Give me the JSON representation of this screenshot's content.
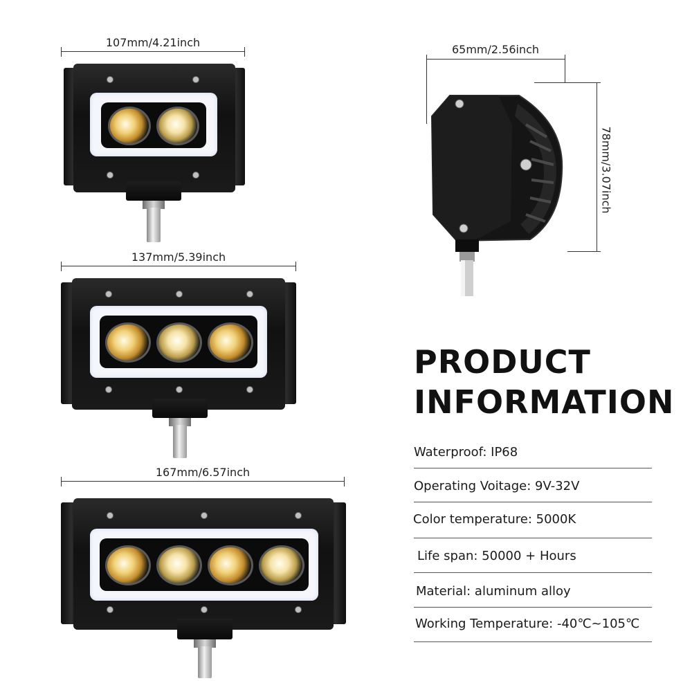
{
  "dimensions": {
    "bar_small_width": "107mm/4.21inch",
    "bar_medium_width": "137mm/5.39inch",
    "bar_large_width": "167mm/6.57inch",
    "side_width": "65mm/2.56inch",
    "side_height": "78mm/3.07inch"
  },
  "product_info": {
    "title_line1": "PRODUCT",
    "title_line2": "INFORMATION",
    "specs": [
      "Waterproof: IP68",
      "Operating Voitage: 9V-32V",
      "Color temperature: 5000K",
      "Life span: 50000 + Hours",
      "Material: aluminum alloy",
      "Working Temperature: -40℃~105℃"
    ]
  },
  "colors": {
    "housing": "#111111",
    "halo": "#f4f6fb",
    "lens_warm": "#f1d27a",
    "text": "#1a1a1a"
  }
}
